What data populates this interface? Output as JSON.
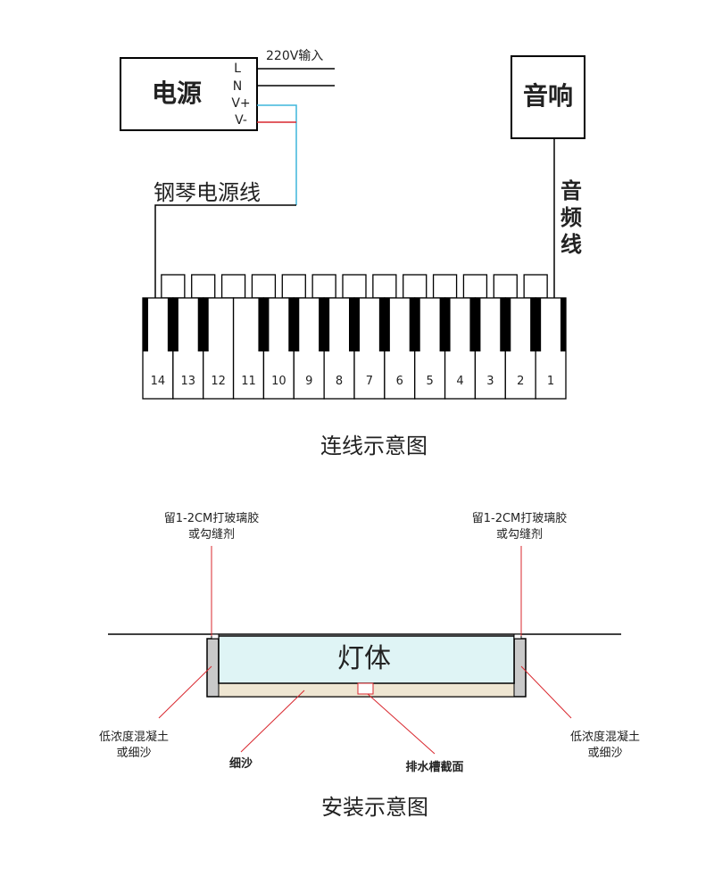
{
  "wiring": {
    "power_box_label": "电源",
    "terminals": [
      "L",
      "N",
      "V+",
      "V-"
    ],
    "input_label": "220V输入",
    "speaker_label": "音响",
    "piano_power_cable_label": "钢琴电源线",
    "audio_cable_label": [
      "音",
      "频",
      "线"
    ],
    "key_numbers": [
      "14",
      "13",
      "12",
      "11",
      "10",
      "9",
      "8",
      "7",
      "6",
      "5",
      "4",
      "3",
      "2",
      "1"
    ],
    "caption": "连线示意图",
    "colors": {
      "v_plus_wire": "#3fb6dc",
      "v_minus_wire": "#d9272e"
    }
  },
  "installation": {
    "gap_note_left": [
      "留1-2CM打玻璃胶",
      "或勾缝剂"
    ],
    "gap_note_right": [
      "留1-2CM打玻璃胶",
      "或勾缝剂"
    ],
    "lamp_body_label": "灯体",
    "concrete_note_left": [
      "低浓度混凝土",
      "或细沙"
    ],
    "concrete_note_right": [
      "低浓度混凝土",
      "或细沙"
    ],
    "fine_sand_label": "细沙",
    "drain_label": "排水槽截面",
    "caption": "安装示意图",
    "colors": {
      "lamp_fill": "#dff4f5",
      "sand_fill": "#efe6d2",
      "concrete_fill": "#c9c9c9",
      "leader": "#d9272e"
    }
  }
}
